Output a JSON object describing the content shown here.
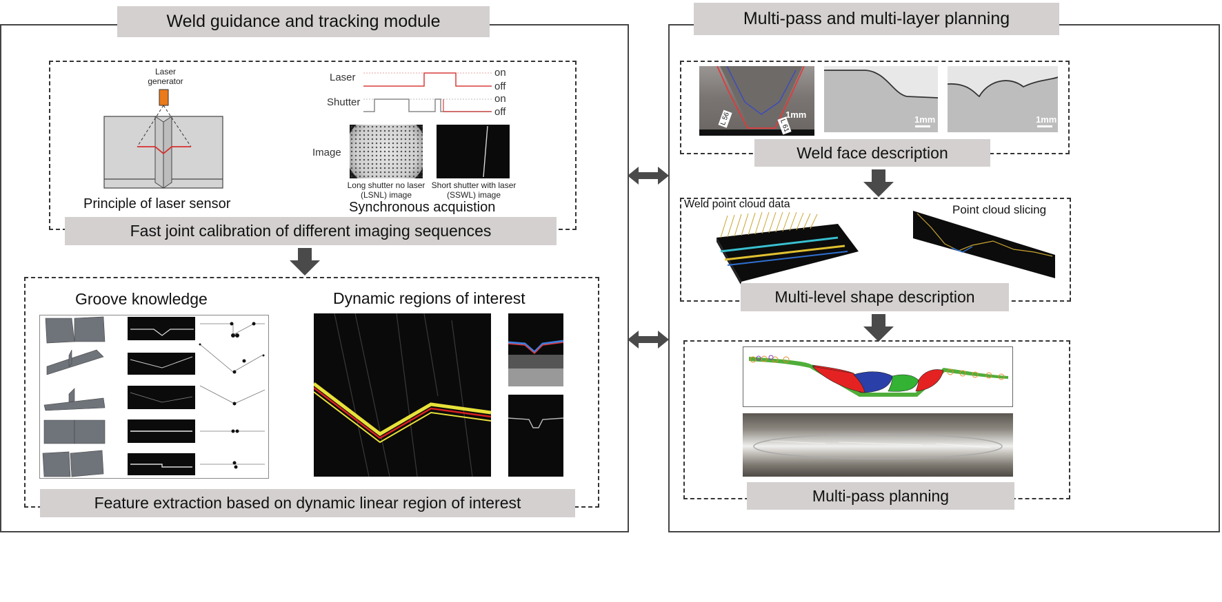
{
  "left_panel": {
    "title": "Weld guidance and tracking module",
    "top_section": {
      "laser_generator_label": "Laser\ngenerator",
      "principle_caption": "Principle of laser sensor",
      "timing": {
        "laser_label": "Laser",
        "shutter_label": "Shutter",
        "on_label": "on",
        "off_label": "off",
        "laser_color": "#d93b3b",
        "shutter_color": "#888888"
      },
      "image_label": "Image",
      "lsnl_caption": "Long shutter no laser\n(LSNL) image",
      "sswl_caption": "Short shutter with laser\n(SSWL) image",
      "sync_caption": "Synchronous acquistion",
      "banner": "Fast joint calibration of different imaging sequences"
    },
    "bottom_section": {
      "groove_title": "Groove knowledge",
      "roi_title": "Dynamic regions of interest",
      "banner": "Feature extraction based on dynamic linear region of interest"
    }
  },
  "right_panel": {
    "title": "Multi-pass and multi-layer planning",
    "weld_face": {
      "scale_labels": [
        "1mm",
        "1mm",
        "1mm"
      ],
      "angle_labels": [
        "L 56",
        "L 61"
      ],
      "banner": "Weld face description"
    },
    "shape": {
      "point_cloud_label": "Weld point cloud data",
      "slicing_label": "Point cloud slicing",
      "banner": "Multi-level shape description"
    },
    "planning": {
      "bead_colors": [
        "#e52222",
        "#2a3fa8",
        "#33b233",
        "#e52222"
      ],
      "banner": "Multi-pass planning"
    }
  }
}
